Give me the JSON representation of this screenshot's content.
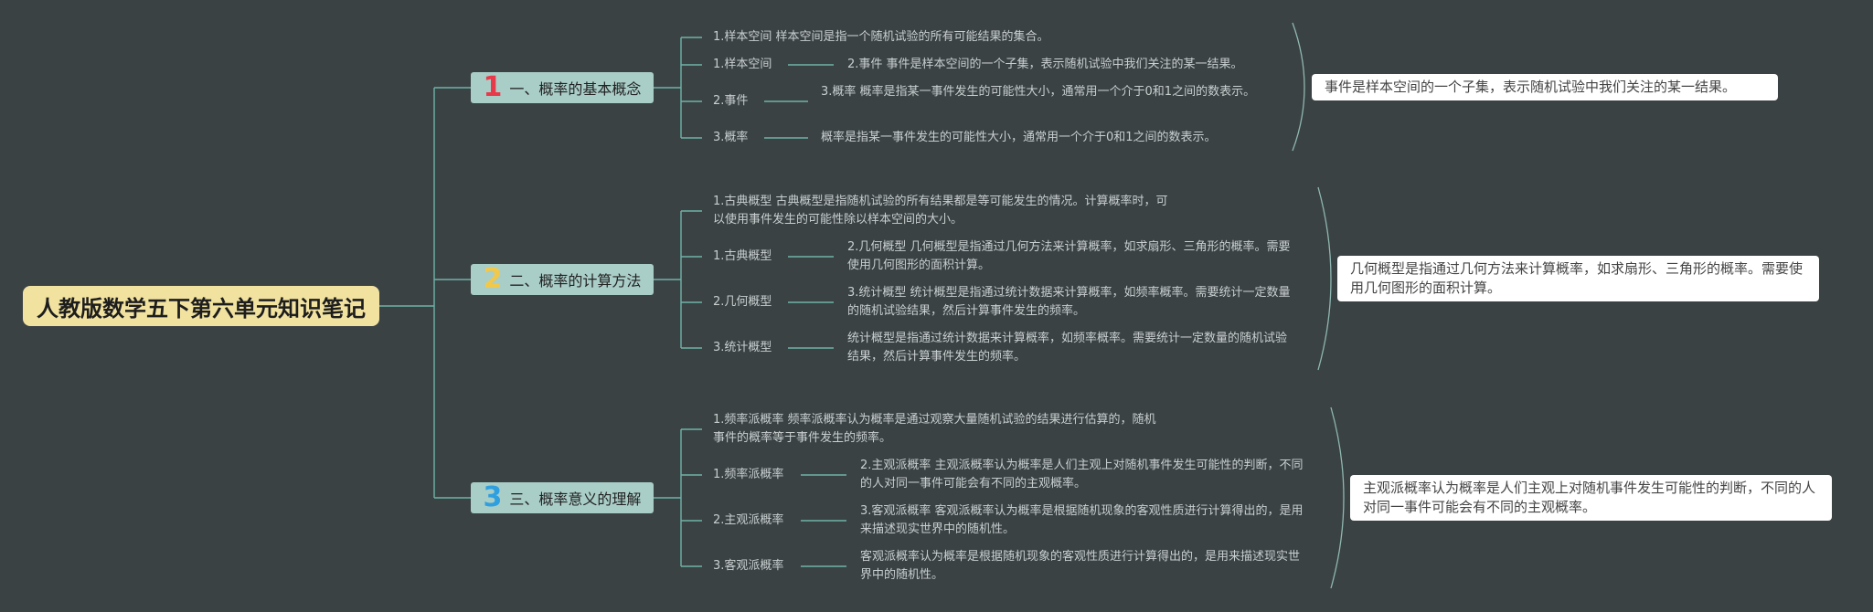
{
  "root": {
    "title": "人教版数学五下第六单元知识笔记"
  },
  "colors": {
    "background": "#3a4244",
    "root": "#f1e2a0",
    "branch": "#a9cdc7",
    "line": "#6fb3a8"
  },
  "branches": [
    {
      "number": "1",
      "label": "一、概率的基本概念",
      "top": "1.样本空间 样本空间是指一个随机试验的所有可能结果的集合。",
      "rows": [
        {
          "label": "1.样本空间",
          "text": "2.事件 事件是样本空间的一个子集，表示随机试验中我们关注的某一结果。"
        },
        {
          "label": "2.事件",
          "text": "3.概率 概率是指某一事件发生的可能性大小，通常用一个介于0和1之间的数表示。"
        },
        {
          "label": "3.概率",
          "text": "概率是指某一事件发生的可能性大小，通常用一个介于0和1之间的数表示。"
        }
      ],
      "card": "事件是样本空间的一个子集，表示随机试验中我们关注的某一结果。"
    },
    {
      "number": "2",
      "label": "二、概率的计算方法",
      "top": "1.古典概型 古典概型是指随机试验的所有结果都是等可能发生的情况。计算概率时，可以使用事件发生的可能性除以样本空间的大小。",
      "rows": [
        {
          "label": "1.古典概型",
          "text": "2.几何概型 几何概型是指通过几何方法来计算概率，如求扇形、三角形的概率。需要使用几何图形的面积计算。"
        },
        {
          "label": "2.几何概型",
          "text": "3.统计概型 统计概型是指通过统计数据来计算概率，如频率概率。需要统计一定数量的随机试验结果，然后计算事件发生的频率。"
        },
        {
          "label": "3.统计概型",
          "text": "统计概型是指通过统计数据来计算概率，如频率概率。需要统计一定数量的随机试验结果，然后计算事件发生的频率。"
        }
      ],
      "card": "几何概型是指通过几何方法来计算概率，如求扇形、三角形的概率。需要使用几何图形的面积计算。"
    },
    {
      "number": "3",
      "label": "三、概率意义的理解",
      "top": "1.频率派概率 频率派概率认为概率是通过观察大量随机试验的结果进行估算的，随机事件的概率等于事件发生的频率。",
      "rows": [
        {
          "label": "1.频率派概率",
          "text": "2.主观派概率 主观派概率认为概率是人们主观上对随机事件发生可能性的判断，不同的人对同一事件可能会有不同的主观概率。"
        },
        {
          "label": "2.主观派概率",
          "text": "3.客观派概率 客观派概率认为概率是根据随机现象的客观性质进行计算得出的，是用来描述现实世界中的随机性。"
        },
        {
          "label": "3.客观派概率",
          "text": "客观派概率认为概率是根据随机现象的客观性质进行计算得出的，是用来描述现实世界中的随机性。"
        }
      ],
      "card": "主观派概率认为概率是人们主观上对随机事件发生可能性的判断，不同的人对同一事件可能会有不同的主观概率。"
    }
  ]
}
